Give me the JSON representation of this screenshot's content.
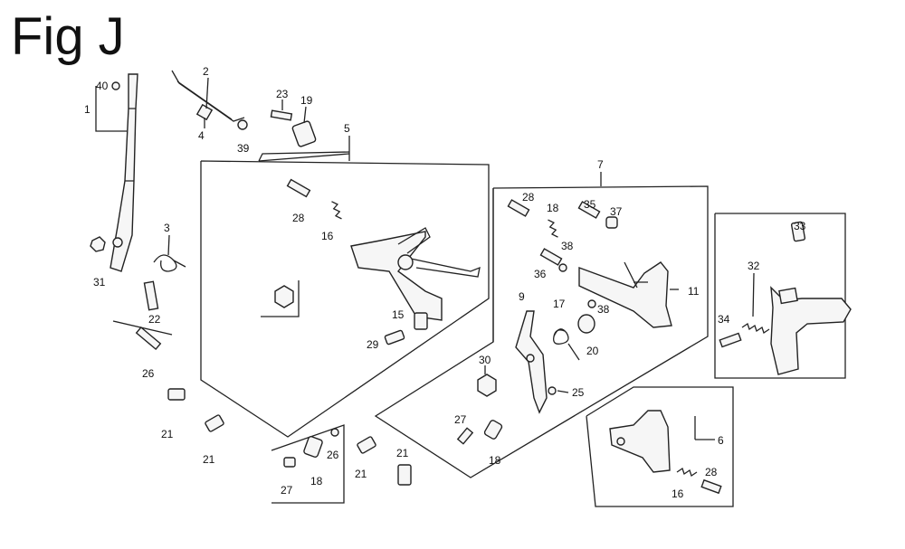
{
  "figure": {
    "title": "Fig J",
    "callouts": [
      {
        "id": "c-40",
        "text": "40"
      },
      {
        "id": "c-1",
        "text": "1"
      },
      {
        "id": "c-2",
        "text": "2"
      },
      {
        "id": "c-4",
        "text": "4"
      },
      {
        "id": "c-39",
        "text": "39"
      },
      {
        "id": "c-23",
        "text": "23"
      },
      {
        "id": "c-19",
        "text": "19"
      },
      {
        "id": "c-5",
        "text": "5"
      },
      {
        "id": "c-3",
        "text": "3"
      },
      {
        "id": "c-31",
        "text": "31"
      },
      {
        "id": "c-22",
        "text": "22"
      },
      {
        "id": "c-26a",
        "text": "26"
      },
      {
        "id": "c-21a",
        "text": "21"
      },
      {
        "id": "c-21b",
        "text": "21"
      },
      {
        "id": "c-28a",
        "text": "28"
      },
      {
        "id": "c-16a",
        "text": "16"
      },
      {
        "id": "c-15",
        "text": "15"
      },
      {
        "id": "c-29",
        "text": "29"
      },
      {
        "id": "c-27a",
        "text": "27"
      },
      {
        "id": "c-18a",
        "text": "18"
      },
      {
        "id": "c-26b",
        "text": "26"
      },
      {
        "id": "c-21c",
        "text": "21"
      },
      {
        "id": "c-21d",
        "text": "21"
      },
      {
        "id": "c-7",
        "text": "7"
      },
      {
        "id": "c-28b",
        "text": "28"
      },
      {
        "id": "c-18b",
        "text": "18"
      },
      {
        "id": "c-35",
        "text": "35"
      },
      {
        "id": "c-37",
        "text": "37"
      },
      {
        "id": "c-38a",
        "text": "38"
      },
      {
        "id": "c-36",
        "text": "36"
      },
      {
        "id": "c-11",
        "text": "11"
      },
      {
        "id": "c-9",
        "text": "9"
      },
      {
        "id": "c-17",
        "text": "17"
      },
      {
        "id": "c-38b",
        "text": "38"
      },
      {
        "id": "c-20",
        "text": "20"
      },
      {
        "id": "c-30",
        "text": "30"
      },
      {
        "id": "c-25",
        "text": "25"
      },
      {
        "id": "c-27b",
        "text": "27"
      },
      {
        "id": "c-18c",
        "text": "18"
      },
      {
        "id": "c-33",
        "text": "33"
      },
      {
        "id": "c-32",
        "text": "32"
      },
      {
        "id": "c-34",
        "text": "34"
      },
      {
        "id": "c-6",
        "text": "6"
      },
      {
        "id": "c-16b",
        "text": "16"
      },
      {
        "id": "c-28c",
        "text": "28"
      }
    ]
  }
}
